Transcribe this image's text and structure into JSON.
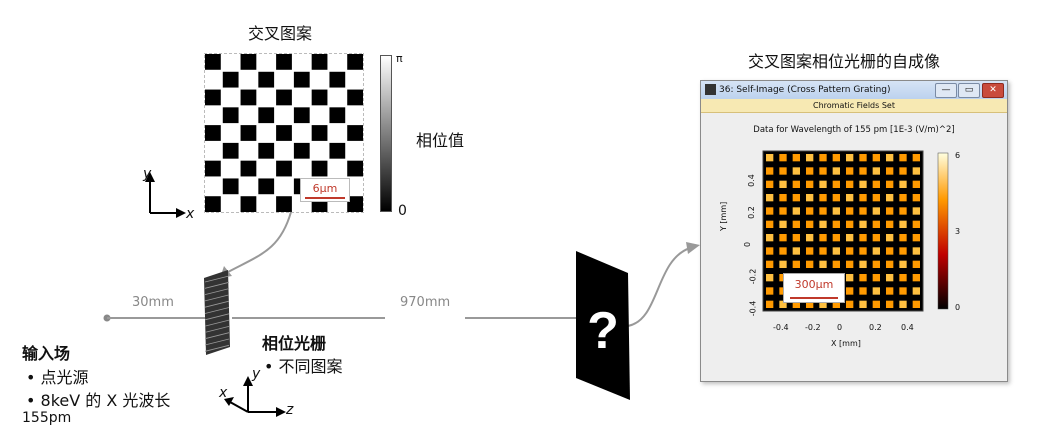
{
  "cross_pattern": {
    "title": "交叉图案",
    "scale_label": "6μm",
    "colorbar_top": "π",
    "colorbar_bottom": "0",
    "colorbar_label": "相位值"
  },
  "self_image": {
    "title": "交叉图案相位光栅的自成像"
  },
  "window": {
    "title": "36: Self-Image (Cross Pattern Grating)",
    "min": "—",
    "max": "▭",
    "close": "✕",
    "menu": "Chromatic Fields Set",
    "caption": "Data for Wavelength of 155 pm  [1E-3 (V/m)^2]",
    "ylabel": "Y [mm]",
    "xlabel": "X [mm]",
    "xticks": [
      "-0.4",
      "-0.2",
      "0",
      "0.2",
      "0.4"
    ],
    "yticks": [
      "0.4",
      "0.2",
      "0",
      "-0.2",
      "-0.4"
    ],
    "cbar_ticks": [
      "6",
      "3",
      "0"
    ],
    "scale_label": "300μm"
  },
  "distances": {
    "d1": "30mm",
    "d2": "970mm"
  },
  "input": {
    "title": "输入场",
    "item1": "• 点光源",
    "item2": "• 8keV 的 X 光波长",
    "item3": "155pm"
  },
  "grating": {
    "title": "相位光栅",
    "item1": "• 不同图案"
  },
  "axes": {
    "x": "x",
    "y": "y",
    "z": "z"
  },
  "mystery": "?"
}
